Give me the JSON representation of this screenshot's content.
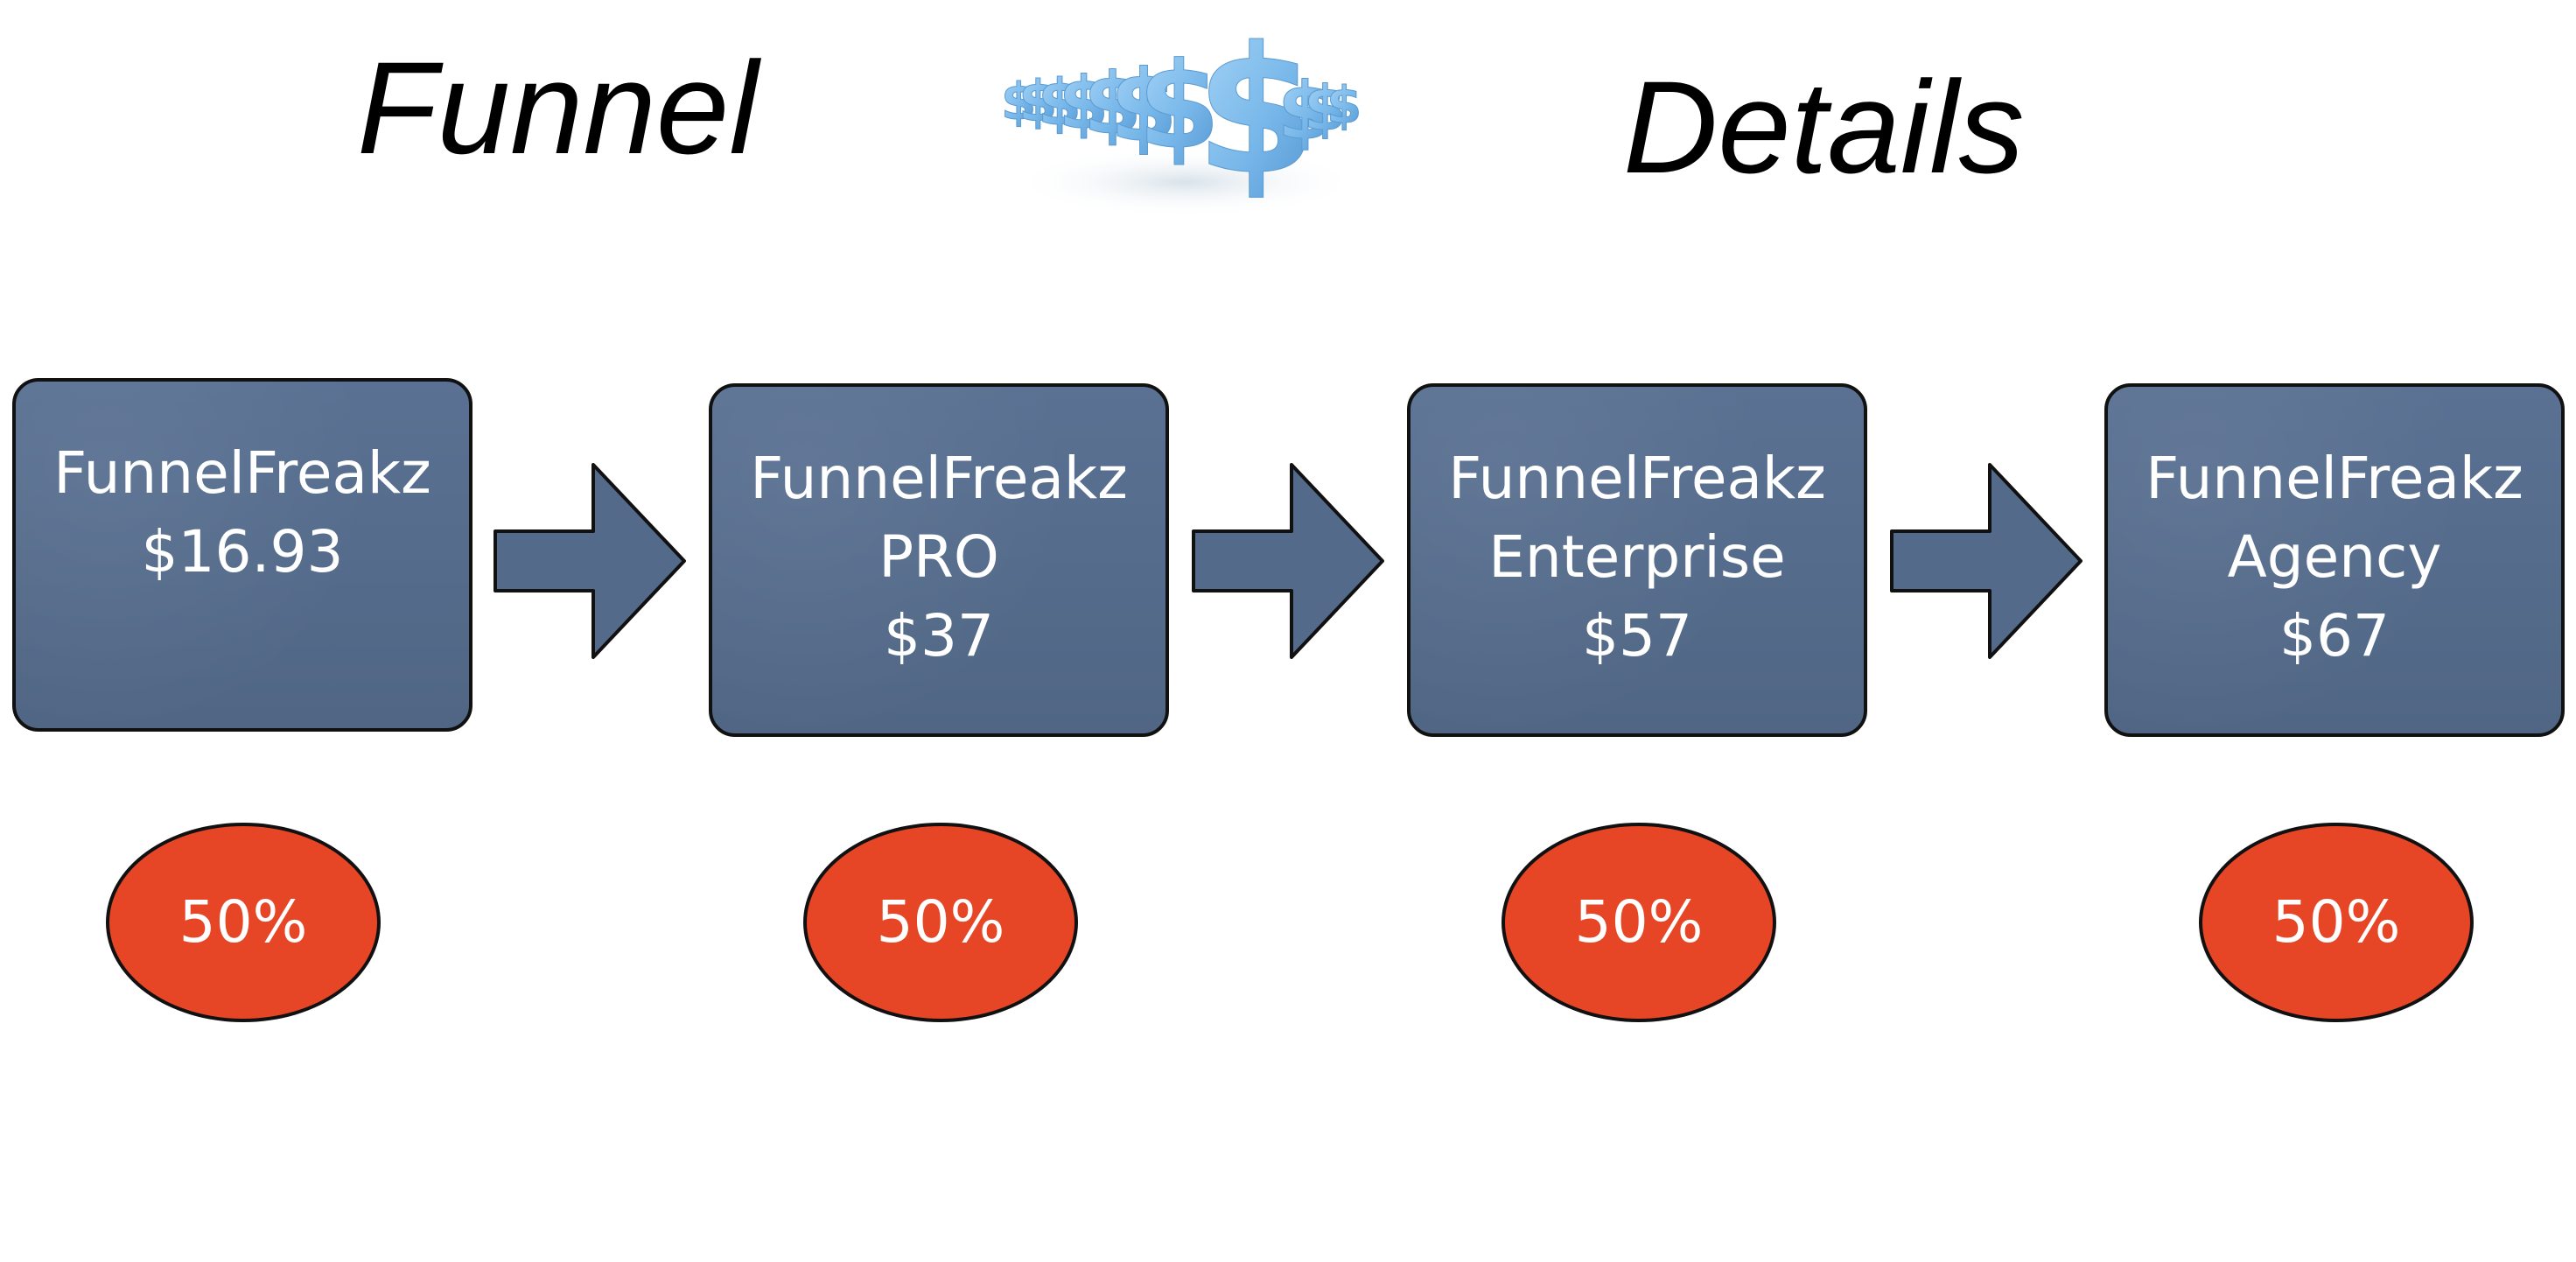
{
  "title": {
    "left_word": "Funnel",
    "right_word": "Details"
  },
  "illustration": {
    "icon": "dollar-signs-row-icon",
    "color": "#79b8ea"
  },
  "steps": [
    {
      "line1": "FunnelFreakz",
      "line2": "$16.93",
      "line3": "",
      "percent": "50%"
    },
    {
      "line1": "FunnelFreakz",
      "line2": "PRO",
      "line3": "$37",
      "percent": "50%"
    },
    {
      "line1": "FunnelFreakz",
      "line2": "Enterprise",
      "line3": "$57",
      "percent": "50%"
    },
    {
      "line1": "FunnelFreakz",
      "line2": "Agency",
      "line3": "$67",
      "percent": "50%"
    }
  ],
  "colors": {
    "box_fill": "#536a8a",
    "badge_fill": "#e64626",
    "arrow_fill": "#536a8a",
    "outline": "#111111",
    "text": "#ffffff"
  }
}
